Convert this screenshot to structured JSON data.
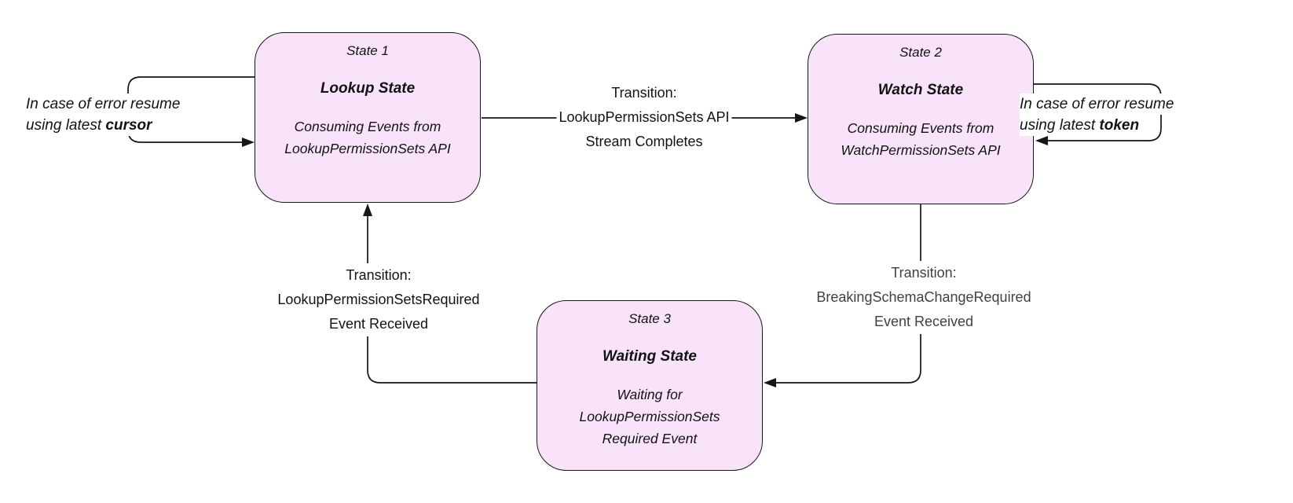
{
  "diagram": {
    "colors": {
      "background": "#ffffff",
      "node_fill": "#f8e3fa",
      "node_border": "#161616",
      "line": "#161616",
      "label_dark": "#121212",
      "label_gray": "#3f3f46"
    },
    "states": [
      {
        "label": "State 1",
        "name": "Lookup State",
        "description": "Consuming Events from LookupPermissionSets API"
      },
      {
        "label": "State 2",
        "name": "Watch State",
        "description": "Consuming Events from WatchPermissionSets API"
      },
      {
        "label": "State 3",
        "name": "Waiting State",
        "description": "Waiting for LookupPermissionSets Required Event"
      }
    ],
    "transitions": [
      {
        "from": "State 1",
        "to": "State 2",
        "line1": "Transition:",
        "line2": "LookupPermissionSets API",
        "line3": "Stream Completes",
        "color": "#121212"
      },
      {
        "from": "State 2",
        "to": "State 3",
        "line1": "Transition:",
        "line2": "BreakingSchemaChangeRequired",
        "line3": "Event Received",
        "color": "#3f3f46"
      },
      {
        "from": "State 3",
        "to": "State 1",
        "line1": "Transition:",
        "line2": "LookupPermissionSetsRequired",
        "line3": "Event Received",
        "color": "#121212"
      }
    ],
    "annotations": [
      {
        "line1": "In case of error resume",
        "line2_prefix": "using latest ",
        "line2_bold": "cursor"
      },
      {
        "line1": "In case of error resume",
        "line2_prefix": "using latest ",
        "line2_bold": "token"
      }
    ]
  }
}
